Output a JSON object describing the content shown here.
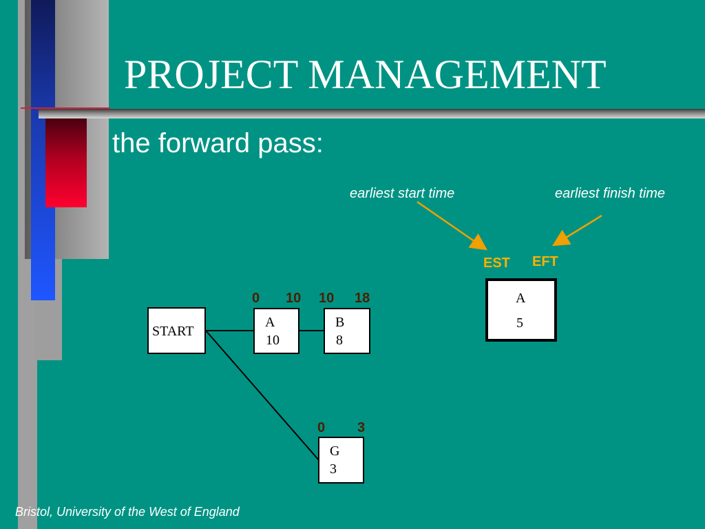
{
  "slide": {
    "title": "PROJECT MANAGEMENT",
    "subtitle": "the forward pass:",
    "footer": "Bristol, University of the West of England"
  },
  "legend": {
    "est_caption": "earliest start time",
    "eft_caption": "earliest finish time",
    "est_label": "EST",
    "eft_label": "EFT",
    "example_node": {
      "name": "A",
      "duration": "5"
    }
  },
  "network": {
    "start_node": "START",
    "nodes": [
      {
        "id": "A",
        "name": "A",
        "duration": "10",
        "est": "0",
        "eft": "10"
      },
      {
        "id": "B",
        "name": "B",
        "duration": "8",
        "est": "10",
        "eft": "18"
      },
      {
        "id": "G",
        "name": "G",
        "duration": "3",
        "est": "0",
        "eft": "3"
      }
    ],
    "edges": [
      {
        "from": "START",
        "to": "A"
      },
      {
        "from": "A",
        "to": "B"
      },
      {
        "from": "START",
        "to": "G"
      }
    ]
  },
  "colors": {
    "background": "#009383",
    "accent_orange": "#ffb000",
    "time_label": "#4a1e00",
    "arrow": "#f0a000"
  }
}
